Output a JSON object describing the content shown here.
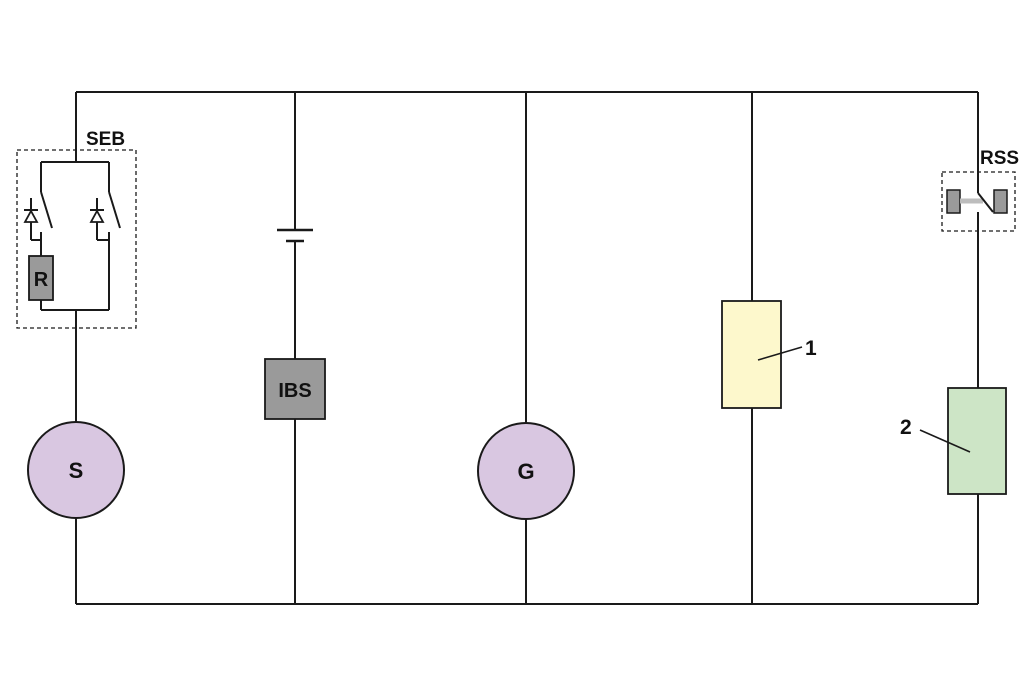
{
  "labels": {
    "seb": "SEB",
    "r": "R",
    "ibs": "IBS",
    "s": "S",
    "g": "G",
    "rss": "RSS",
    "one": "1",
    "two": "2"
  },
  "colors": {
    "wire": "#1a1a1a",
    "motor_fill": "#d9c7e1",
    "component_gray": "#9a9a9a",
    "consumer_1_fill": "#fdf8cc",
    "consumer_2_fill": "#cde5c6",
    "rss_bar": "#bdbdbd"
  }
}
